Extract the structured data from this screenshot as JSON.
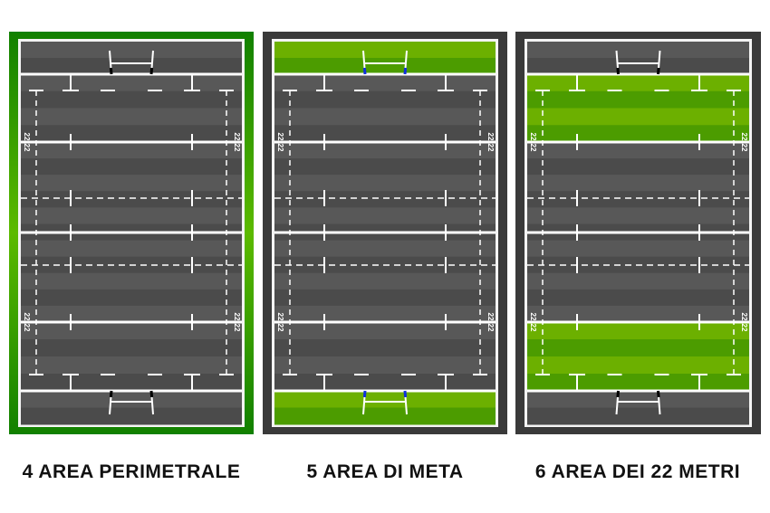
{
  "panels": [
    {
      "caption": "4 AREA PERIMETRALE",
      "highlight": "perimeter",
      "post_color": "#000000"
    },
    {
      "caption": "5 AREA DI META",
      "highlight": "in-goal",
      "post_color": "#1030e0"
    },
    {
      "caption": "6 AREA DEI 22 METRI",
      "highlight": "22m",
      "post_color": "#000000"
    }
  ],
  "line_marks": {
    "twentytwo": "22"
  },
  "colors": {
    "grass_dark_grey": "#4b4b4b",
    "grass_light_grey": "#585858",
    "green_light": "#6cb000",
    "green_dark": "#4c9c00",
    "panel_grey": "#3a3a3a",
    "perimeter_green_edge": "#118000",
    "perimeter_green_mid": "#5cba00"
  }
}
